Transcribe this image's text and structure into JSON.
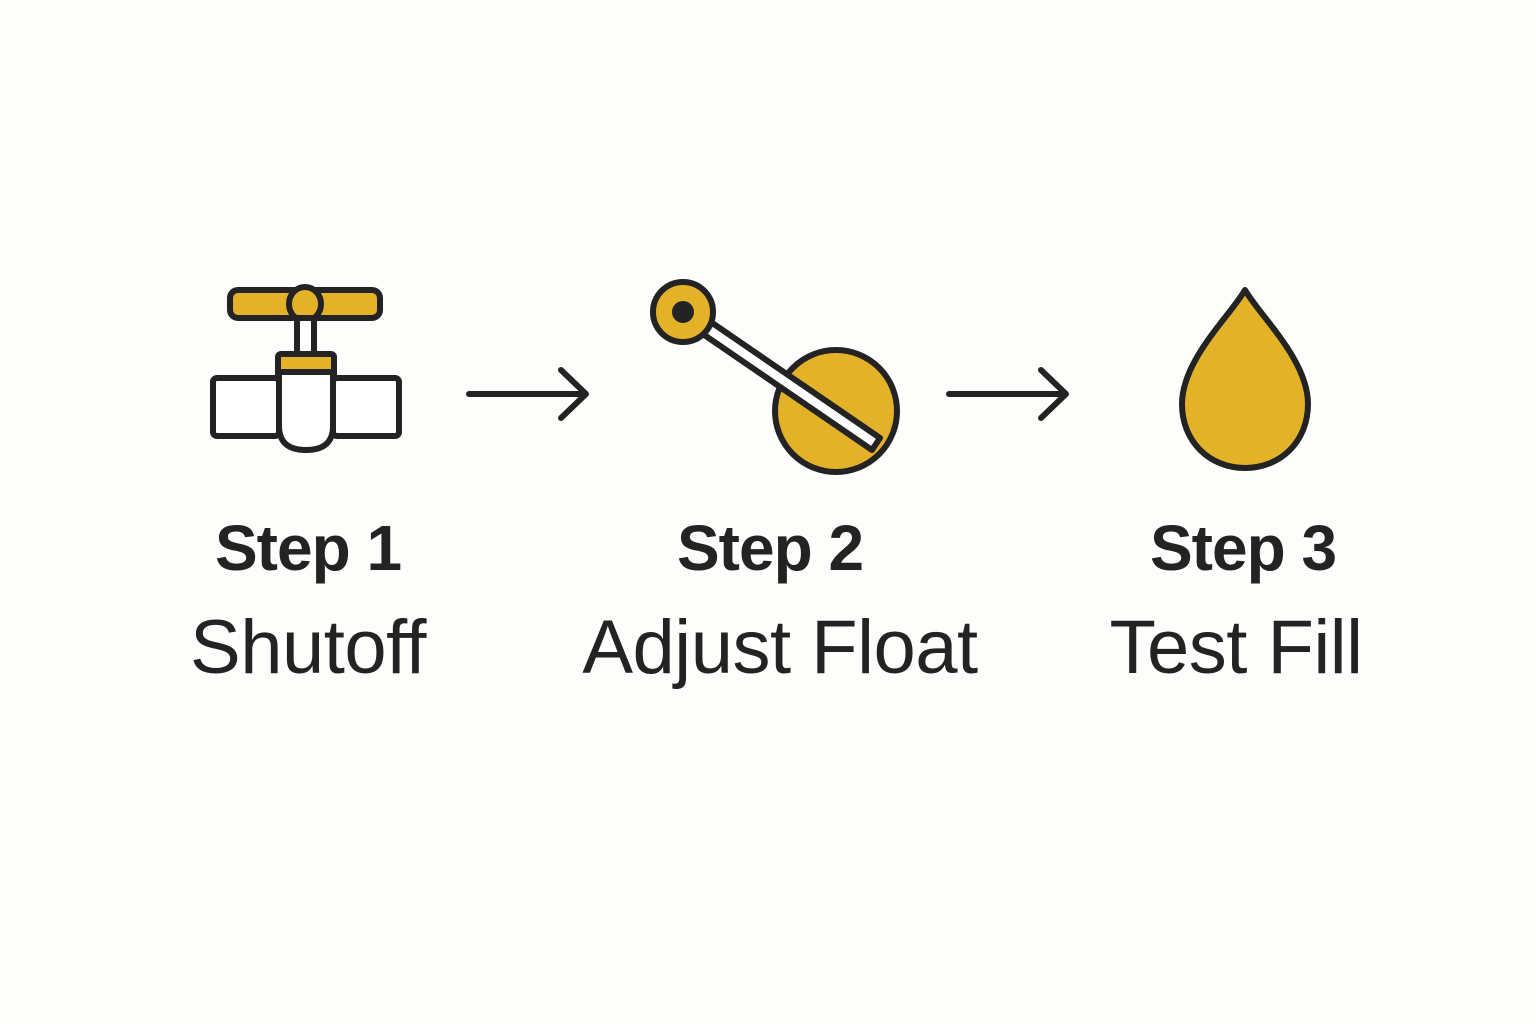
{
  "colors": {
    "accent": "#e3b229",
    "stroke": "#232323",
    "background": "#fdfdfc"
  },
  "steps": [
    {
      "number": "Step 1",
      "title": "Shutoff",
      "icon": "shutoff-valve-icon"
    },
    {
      "number": "Step 2",
      "title": "Adjust Float",
      "icon": "float-arm-icon"
    },
    {
      "number": "Step 3",
      "title": "Test Fill",
      "icon": "water-drop-icon"
    }
  ],
  "connectors": [
    "arrow-right-icon",
    "arrow-right-icon"
  ]
}
